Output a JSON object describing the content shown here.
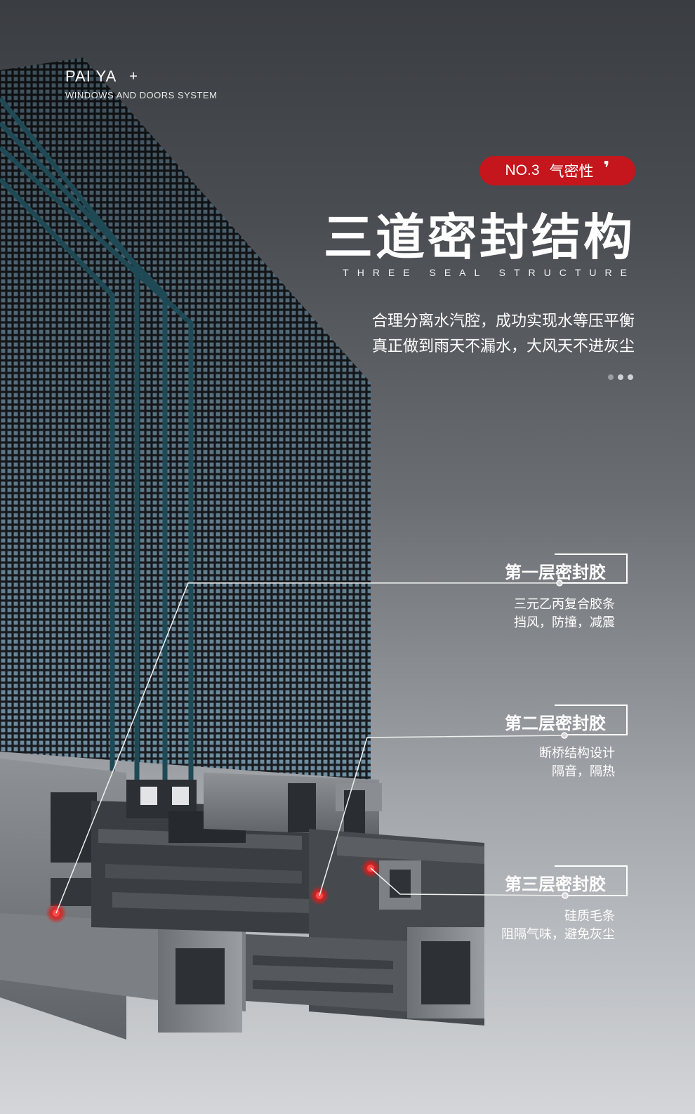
{
  "brand": {
    "name": "PAI YA",
    "plus": "+",
    "subtitle": "WINDOWS AND DOORS SYSTEM"
  },
  "badge": {
    "number": "NO.3",
    "label": "气密性",
    "mark": "❜"
  },
  "headline": {
    "title": "三道密封结构",
    "subtitle": "THREE SEAL STRUCTURE"
  },
  "description": {
    "line1": "合理分离水汽腔，成功实现水等压平衡",
    "line2": "真正做到雨天不漏水，大风天不进灰尘"
  },
  "seals": [
    {
      "title": "第一层密封胶",
      "desc1": "三元乙丙复合胶条",
      "desc2": "挡风，防撞，减震"
    },
    {
      "title": "第二层密封胶",
      "desc1": "断桥结构设计",
      "desc2": "隔音，隔热"
    },
    {
      "title": "第三层密封胶",
      "desc1": "硅质毛条",
      "desc2": "阻隔气味，避免灰尘"
    }
  ],
  "colors": {
    "accent": "#c4161c",
    "text": "#ffffff"
  }
}
